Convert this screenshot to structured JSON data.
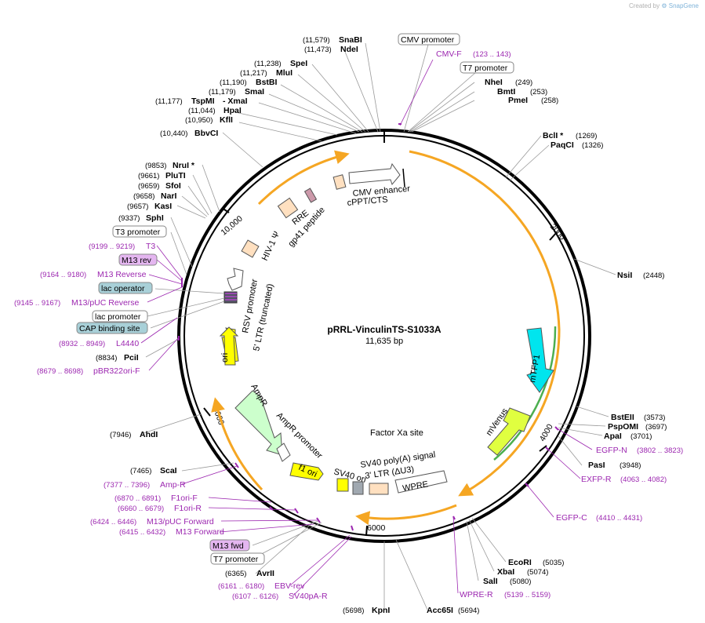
{
  "credit": {
    "prefix": "Created by",
    "brand": "SnapGene"
  },
  "plasmid": {
    "name": "pRRL-VinculinTS-S1033A",
    "size": "11,635 bp"
  },
  "ticks": [
    "2000",
    "4000",
    "6000",
    "8000",
    "10,000"
  ],
  "enzymes": [
    {
      "name": "SnaBI",
      "pos": "(11,579)"
    },
    {
      "name": "NdeI",
      "pos": "(11,473)"
    },
    {
      "name": "SpeI",
      "pos": "(11,238)"
    },
    {
      "name": "MluI",
      "pos": "(11,217)"
    },
    {
      "name": "BstBI",
      "pos": "(11,190)"
    },
    {
      "name": "SmaI",
      "pos": "(11,179)"
    },
    {
      "name": "TspMI",
      "pos": "(11,177)",
      "extra": "- XmaI"
    },
    {
      "name": "HpaI",
      "pos": "(11,044)"
    },
    {
      "name": "KflI",
      "pos": "(10,950)"
    },
    {
      "name": "BbvCI",
      "pos": "(10,440)"
    },
    {
      "name": "NruI *",
      "pos": "(9853)"
    },
    {
      "name": "PluTI",
      "pos": "(9661)"
    },
    {
      "name": "SfoI",
      "pos": "(9659)"
    },
    {
      "name": "NarI",
      "pos": "(9658)"
    },
    {
      "name": "KasI",
      "pos": "(9657)"
    },
    {
      "name": "SphI",
      "pos": "(9337)"
    },
    {
      "name": "PciI",
      "pos": "(8834)"
    },
    {
      "name": "AhdI",
      "pos": "(7946)"
    },
    {
      "name": "ScaI",
      "pos": "(7465)"
    },
    {
      "name": "AvrII",
      "pos": "(6365)"
    },
    {
      "name": "KpnI",
      "pos": "(5698)"
    },
    {
      "name": "Acc65I",
      "pos": "(5694)"
    },
    {
      "name": "SalI",
      "pos": "(5080)"
    },
    {
      "name": "XbaI",
      "pos": "(5074)"
    },
    {
      "name": "EcoRI",
      "pos": "(5035)"
    },
    {
      "name": "PasI",
      "pos": "(3948)"
    },
    {
      "name": "ApaI",
      "pos": "(3701)"
    },
    {
      "name": "PspOMI",
      "pos": "(3697)"
    },
    {
      "name": "BstEII",
      "pos": "(3573)"
    },
    {
      "name": "NsiI",
      "pos": "(2448)"
    },
    {
      "name": "PaqCI",
      "pos": "(1326)"
    },
    {
      "name": "BclI *",
      "pos": "(1269)"
    },
    {
      "name": "PmeI",
      "pos": "(258)"
    },
    {
      "name": "BmtI",
      "pos": "(253)"
    },
    {
      "name": "NheI",
      "pos": "(249)"
    }
  ],
  "primers": [
    {
      "name": "CMV-F",
      "pos": "(123 .. 143)"
    },
    {
      "name": "T3",
      "pos": "(9199 .. 9219)"
    },
    {
      "name": "M13 Reverse",
      "pos": "(9164 .. 9180)"
    },
    {
      "name": "M13/pUC Reverse",
      "pos": "(9145 .. 9167)"
    },
    {
      "name": "L4440",
      "pos": "(8932 .. 8949)"
    },
    {
      "name": "pBR322ori-F",
      "pos": "(8679 .. 8698)"
    },
    {
      "name": "Amp-R",
      "pos": "(7377 .. 7396)"
    },
    {
      "name": "F1ori-F",
      "pos": "(6870 .. 6891)"
    },
    {
      "name": "F1ori-R",
      "pos": "(6660 .. 6679)"
    },
    {
      "name": "M13/pUC Forward",
      "pos": "(6424 .. 6446)"
    },
    {
      "name": "M13 Forward",
      "pos": "(6415 .. 6432)"
    },
    {
      "name": "EBV-rev",
      "pos": "(6161 .. 6180)"
    },
    {
      "name": "SV40pA-R",
      "pos": "(6107 .. 6126)"
    },
    {
      "name": "WPRE-R",
      "pos": "(5139 .. 5159)"
    },
    {
      "name": "EGFP-C",
      "pos": "(4410 .. 4431)"
    },
    {
      "name": "EXFP-R",
      "pos": "(4063 .. 4082)"
    },
    {
      "name": "EGFP-N",
      "pos": "(3802 .. 3823)"
    }
  ],
  "boxes": {
    "cmv_promoter": "CMV promoter",
    "t7_promoter_top": "T7 promoter",
    "t3_promoter": "T3 promoter",
    "m13_rev": "M13 rev",
    "lac_operator": "lac operator",
    "lac_promoter": "lac promoter",
    "cap_site": "CAP binding site",
    "m13_fwd": "M13 fwd",
    "t7_promoter_bottom": "T7 promoter"
  },
  "features": {
    "cmv_enhancer": "CMV enhancer",
    "cppt": "cPPT/CTS",
    "rre": "RRE",
    "gp41": "gp41 peptide",
    "hiv_psi": "HIV-1 Ψ",
    "rsv": "RSV promoter",
    "ltr5": "5' LTR (truncated)",
    "ori": "ori",
    "ampr": "AmpR",
    "ampr_prom": "AmpR promoter",
    "f1ori": "f1 ori",
    "sv40ori": "SV40 ori",
    "factor_xa": "Factor Xa site",
    "sv40pa": "SV40 poly(A) signal",
    "ltr3": "3' LTR (ΔU3)",
    "wpre": "WPRE",
    "mtfp1": "mTFP1",
    "mvenus": "mVenus"
  },
  "colors": {
    "backbone": "#000000",
    "orange_arc": "#f5a623",
    "primer": "#9c27b0",
    "cyan": "#00e5ee",
    "yellow": "#ffff00",
    "green_arrow": "#ccffcc",
    "peach": "#ffe0c0",
    "lightblue_box": "#a8d0d8",
    "lilac_box": "#e4b6f0",
    "grey": "#a0a8b0",
    "lime": "#e0ff40"
  }
}
